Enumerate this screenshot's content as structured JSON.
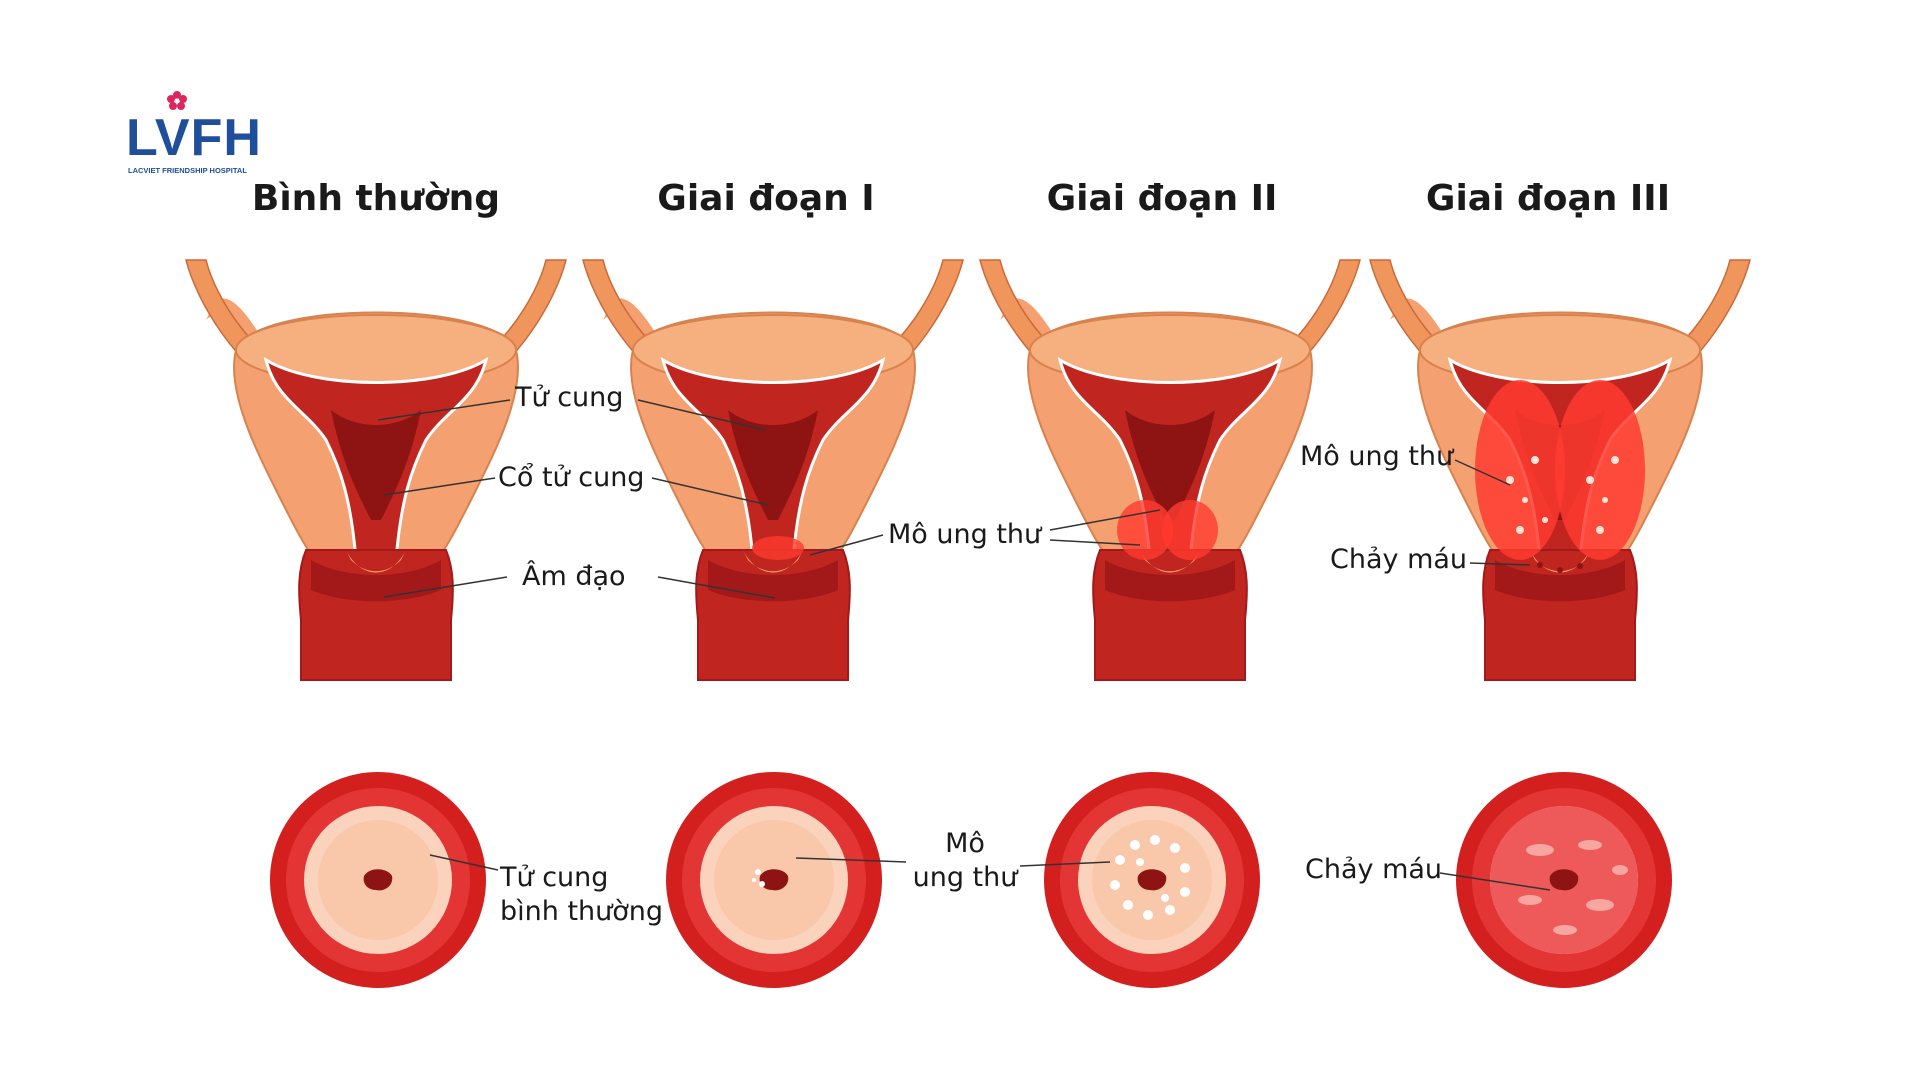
{
  "logo": {
    "text": "LVFH",
    "subtitle": "LACVIET FRIENDSHIP HOSPITAL",
    "flower_color": "#e0245e",
    "brand_color": "#1f4e9a"
  },
  "stages": [
    {
      "title": "Bình thường"
    },
    {
      "title": "Giai đoạn I"
    },
    {
      "title": "Giai đoạn II"
    },
    {
      "title": "Giai đoạn III"
    }
  ],
  "labels": {
    "uterus": "Tử cung",
    "cervix": "Cổ tử cung",
    "vagina": "Âm đạo",
    "cancer_tissue_stage2": "Mô ung thư",
    "cancer_tissue_stage3": "Mô ung thư",
    "bleeding_stage3": "Chảy máu",
    "normal_cervix_line1": "Tử cung",
    "normal_cervix_line2": "bình thường",
    "cancer_tissue_line1": "Mô",
    "cancer_tissue_line2": "ung thư",
    "bleeding_bottom": "Chảy máu"
  },
  "colors": {
    "uterus_outer": "#f4a070",
    "uterus_inner": "#c0261f",
    "uterus_dark": "#8e1414",
    "ring": "#d41f1f",
    "cervix_face": "#fbd3bd",
    "cancer": "#ff3b30"
  }
}
